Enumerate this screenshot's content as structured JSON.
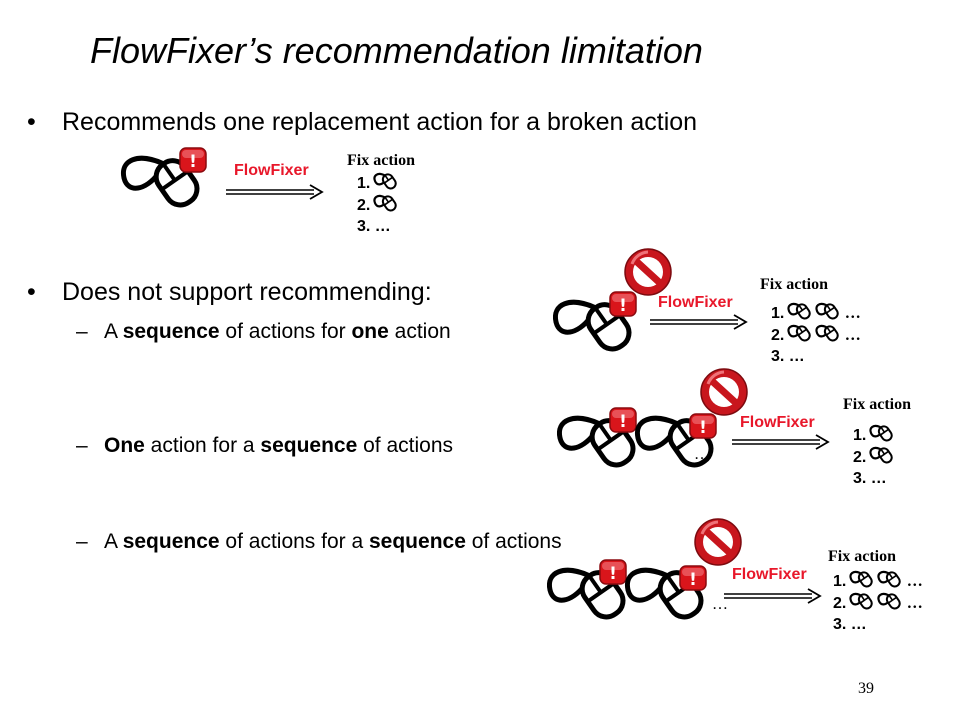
{
  "title": "FlowFixer’s recommendation limitation",
  "bullet1": "Recommends one replacement action for a broken action",
  "bullet2": "Does not support recommending:",
  "sub1": {
    "dash": "–",
    "p1": "A ",
    "b1": "sequence",
    "p2": " of actions for ",
    "b2": "one",
    "p3": " action"
  },
  "sub2": {
    "dash": "–",
    "b1": "One",
    "p1": " action for a ",
    "b2": "sequence",
    "p2": " of actions"
  },
  "sub3": {
    "dash": "–",
    "p1": "A ",
    "b1": "sequence",
    "p2": " of actions for a ",
    "b2": "sequence",
    "p3": " of actions"
  },
  "diagram": {
    "tool_label": "FlowFixer",
    "fix_header": "Fix action",
    "n1": "1.",
    "n2": "2.",
    "n3": "3. …",
    "ellipsis": "…",
    "colors": {
      "accent": "#e8172a",
      "badge": "#d9151b",
      "prohibit": "#c8161d"
    }
  },
  "page_number": "39"
}
